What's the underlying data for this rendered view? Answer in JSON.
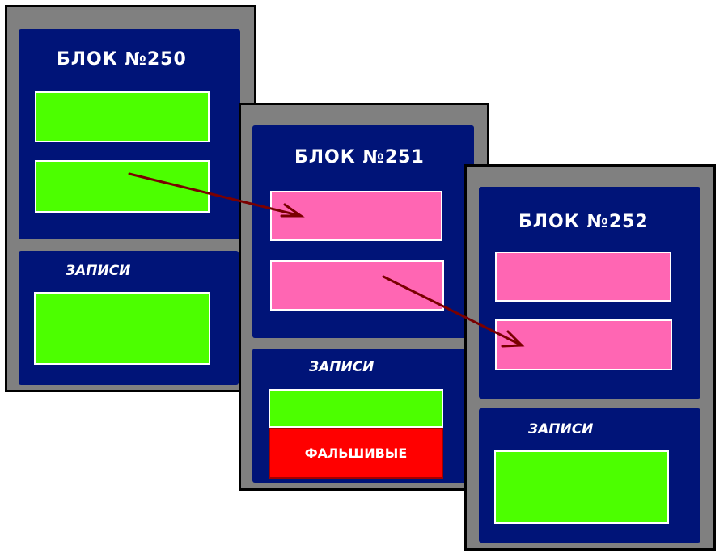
{
  "colors": {
    "frame": "#808080",
    "panel": "#001478",
    "valid_record": "#4cff00",
    "pointer_record": "#ff66b3",
    "fake_record": "#ff0000",
    "arrow": "#7a0000"
  },
  "blocks": [
    {
      "title": "БЛОК №250",
      "records_label": "ЗАПИСИ"
    },
    {
      "title": "БЛОК №251",
      "records_label": "ЗАПИСИ",
      "fake_label": "ФАЛЬШИВЫЕ"
    },
    {
      "title": "БЛОК №252",
      "records_label": "ЗАПИСИ"
    }
  ]
}
